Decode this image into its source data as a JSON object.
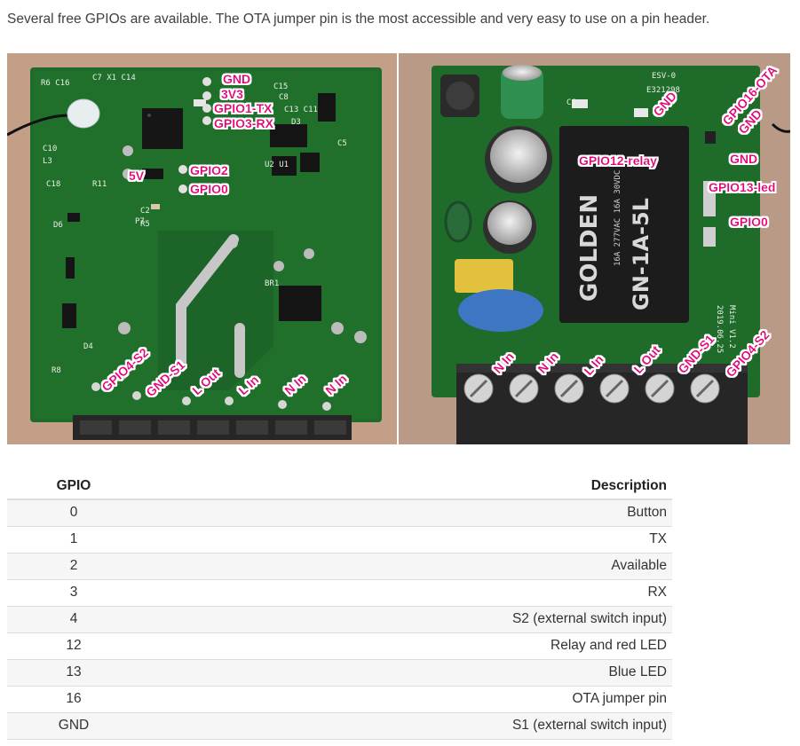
{
  "intro_text": "Several free GPIOs are available. The OTA jumper pin is the most accessible and very easy to use on a pin header.",
  "colors": {
    "pcb_green": "#1f6b2a",
    "label_text": "#e6007e",
    "label_bg": "#ffffff",
    "terminal_block": "#262626"
  },
  "left_photo_labels": {
    "gnd": "GND",
    "v3v3": "3V3",
    "gpio1": "GPIO1-TX",
    "gpio3": "GPIO3-RX",
    "v5": "5V",
    "gpio2": "GPIO2",
    "gpio0": "GPIO0",
    "gpio4": "GPIO4-S2",
    "gnds1": "GND-S1",
    "lout": "L Out",
    "lin": "L In",
    "nin1": "N In",
    "nin2": "N In"
  },
  "right_photo_labels": {
    "gnd_top": "GND",
    "gpio16": "GPIO16-OTA",
    "gnd_ota": "GND",
    "gpio12": "GPIO12-relay",
    "gnd_mid": "GND",
    "gpio13": "GPIO13-led",
    "gpio0": "GPIO0",
    "nin1": "N In",
    "nin2": "N In",
    "lin": "L In",
    "lout": "L Out",
    "gnds1": "GND-S1",
    "gpio4": "GPIO4-S2"
  },
  "table": {
    "headers": {
      "gpio": "GPIO",
      "description": "Description"
    },
    "rows": [
      {
        "gpio": "0",
        "description": "Button"
      },
      {
        "gpio": "1",
        "description": "TX"
      },
      {
        "gpio": "2",
        "description": "Available"
      },
      {
        "gpio": "3",
        "description": "RX"
      },
      {
        "gpio": "4",
        "description": "S2 (external switch input)"
      },
      {
        "gpio": "12",
        "description": "Relay and red LED"
      },
      {
        "gpio": "13",
        "description": "Blue LED"
      },
      {
        "gpio": "16",
        "description": "OTA jumper pin"
      },
      {
        "gpio": "GND",
        "description": "S1 (external switch input)"
      }
    ]
  }
}
